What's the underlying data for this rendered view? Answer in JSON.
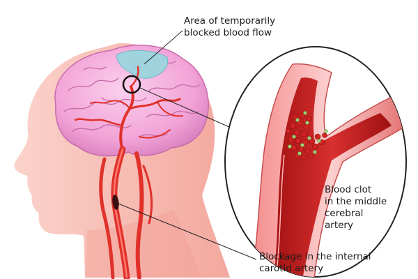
{
  "labels": {
    "blocked_area": "Area of temporarily\nblocked blood flow",
    "blood_clot": "Blood clot\nin the middle\ncerebral\nartery",
    "carotid_blockage": "Blockage in the internal\ncarotid artery"
  },
  "colors": {
    "skin": "#f6b8b0",
    "brain": "#f2a3d7",
    "brain_dark": "#d57ab7",
    "ischemic_area": "#9fd4de",
    "artery": "#e0312a",
    "artery_dark": "#a51b17",
    "vessel_wall": "#f7a3a3",
    "clot_red": "#cf2222",
    "clot_green": "#9dd47a"
  }
}
